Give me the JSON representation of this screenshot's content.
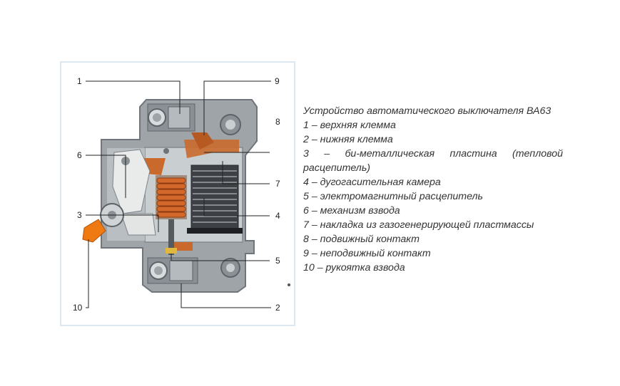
{
  "callouts": {
    "c1": "1",
    "c2": "2",
    "c3": "3",
    "c4": "4",
    "c5": "5",
    "c6": "6",
    "c7": "7",
    "c8": "8",
    "c9": "9",
    "c10": "10"
  },
  "caption": {
    "title": "Устройство автоматического выключателя ВА63",
    "items": [
      "1 – верхняя клемма",
      "2 – нижняя клемма",
      "3 – би-металлическая пластина (тепловой",
      "расцепитель)",
      "4 – дугогасительная камера",
      "5 – электромагнитный расцепитель",
      "6 – механизм взвода",
      "7 – накладка из газогенерирующей пластмассы",
      "8 – подвижный контакт",
      "9 – неподвижный контакт",
      "10 – рукоятка взвода"
    ]
  },
  "colors": {
    "housing": "#9ea4a8",
    "housing_dark": "#7b8186",
    "interior": "#c9ced1",
    "copper": "#c96a2c",
    "coil": "#d4682a",
    "handle": "#ef7a12",
    "frame_border": "#dde7ef"
  }
}
